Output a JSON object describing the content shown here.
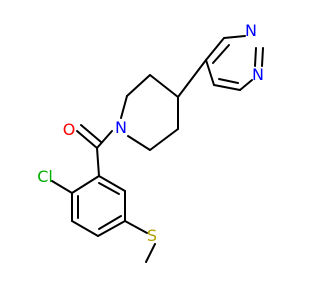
{
  "molecule": {
    "atoms": [
      {
        "symbol": "N",
        "color": "#0000ff"
      },
      {
        "symbol": "N",
        "color": "#0000ff"
      },
      {
        "symbol": "O",
        "color": "#ff0000"
      },
      {
        "symbol": "N",
        "color": "#0000ff"
      },
      {
        "symbol": "Cl",
        "color": "#00b000"
      },
      {
        "symbol": "S",
        "color": "#b2a000"
      }
    ]
  }
}
